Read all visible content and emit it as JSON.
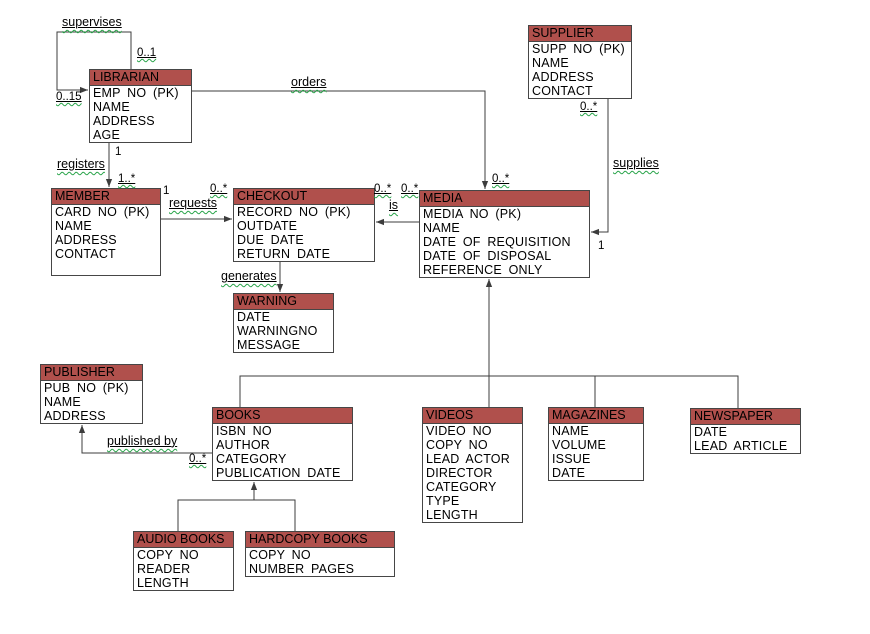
{
  "diagram_type": "entity-relationship",
  "entities": [
    {
      "name": "LIBRARIAN",
      "attributes": [
        "EMP NO (PK)",
        "NAME",
        "ADDRESS",
        "AGE"
      ]
    },
    {
      "name": "SUPPLIER",
      "attributes": [
        "SUPP NO (PK)",
        "NAME",
        "ADDRESS",
        "CONTACT"
      ]
    },
    {
      "name": "MEMBER",
      "attributes": [
        "CARD NO (PK)",
        "NAME",
        "ADDRESS",
        "CONTACT"
      ]
    },
    {
      "name": "CHECKOUT",
      "attributes": [
        "RECORD NO (PK)",
        "OUTDATE",
        "DUE DATE",
        "RETURN DATE"
      ]
    },
    {
      "name": "MEDIA",
      "attributes": [
        "MEDIA NO (PK)",
        "NAME",
        "DATE OF REQUISITION",
        "DATE OF DISPOSAL",
        "REFERENCE ONLY"
      ]
    },
    {
      "name": "WARNING",
      "attributes": [
        "DATE",
        "WARNINGNO",
        "MESSAGE"
      ]
    },
    {
      "name": "PUBLISHER",
      "attributes": [
        "PUB NO (PK)",
        "NAME",
        "ADDRESS"
      ]
    },
    {
      "name": "BOOKS",
      "attributes": [
        "ISBN NO",
        "AUTHOR",
        "CATEGORY",
        "PUBLICATION DATE"
      ]
    },
    {
      "name": "VIDEOS",
      "attributes": [
        "VIDEO NO",
        "COPY NO",
        "LEAD ACTOR",
        "DIRECTOR",
        "CATEGORY",
        "TYPE",
        "LENGTH"
      ]
    },
    {
      "name": "MAGAZINES",
      "attributes": [
        "NAME",
        "VOLUME",
        "ISSUE",
        "DATE"
      ]
    },
    {
      "name": "NEWSPAPER",
      "attributes": [
        "DATE",
        "LEAD ARTICLE"
      ]
    },
    {
      "name": "AUDIO BOOKS",
      "attributes": [
        "COPY NO",
        "READER",
        "LENGTH"
      ]
    },
    {
      "name": "HARDCOPY BOOKS",
      "attributes": [
        "COPY NO",
        "NUMBER PAGES"
      ]
    }
  ],
  "relationships": {
    "supervises": {
      "label": "supervises",
      "card_top": "0..1",
      "card_side": "0..15"
    },
    "orders": {
      "label": "orders",
      "card_media": "0..*"
    },
    "registers": {
      "label": "registers",
      "card_librarian": "1",
      "card_member": "1..*"
    },
    "requests": {
      "label": "requests",
      "card_member": "1",
      "card_checkout": "0..*"
    },
    "is": {
      "label": "is",
      "card_checkout": "0..*",
      "card_media": "0..*"
    },
    "generates": {
      "label": "generates"
    },
    "supplies": {
      "label": "supplies",
      "card_supplier": "0..*",
      "card_media": "1"
    },
    "published_by": {
      "label": "published by",
      "card_books": "0..*"
    }
  },
  "colors": {
    "entity_header_fill": "#b0504c",
    "entity_border": "#464646",
    "connector_line": "#3c3c3c",
    "label_underline": "#000000",
    "spellcheck_squiggle": "#27a348",
    "background": "#ffffff",
    "text": "#000000"
  }
}
